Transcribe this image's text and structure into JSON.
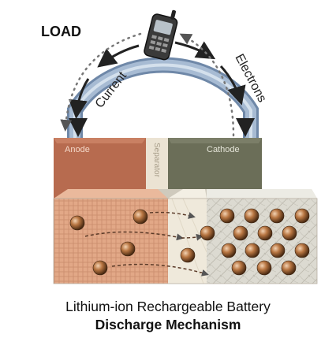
{
  "diagram": {
    "load_label": "LOAD",
    "current_label": "Current",
    "electrons_label": "Electrons",
    "anode_label": "Anode",
    "separator_label": "Separator",
    "cathode_label": "Cathode",
    "caption_line1": "Lithium-ion Rechargeable Battery",
    "caption_line2": "Discharge Mechanism"
  },
  "colors": {
    "anode": "#b76b4f",
    "anode_light": "#e3ae8e",
    "separator": "#e9e0cf",
    "cathode": "#6b6e58",
    "cathode_light": "#d7d5cb",
    "wire": "#8ea4bf",
    "arrow": "#222222",
    "ion": "#a86a3e"
  }
}
